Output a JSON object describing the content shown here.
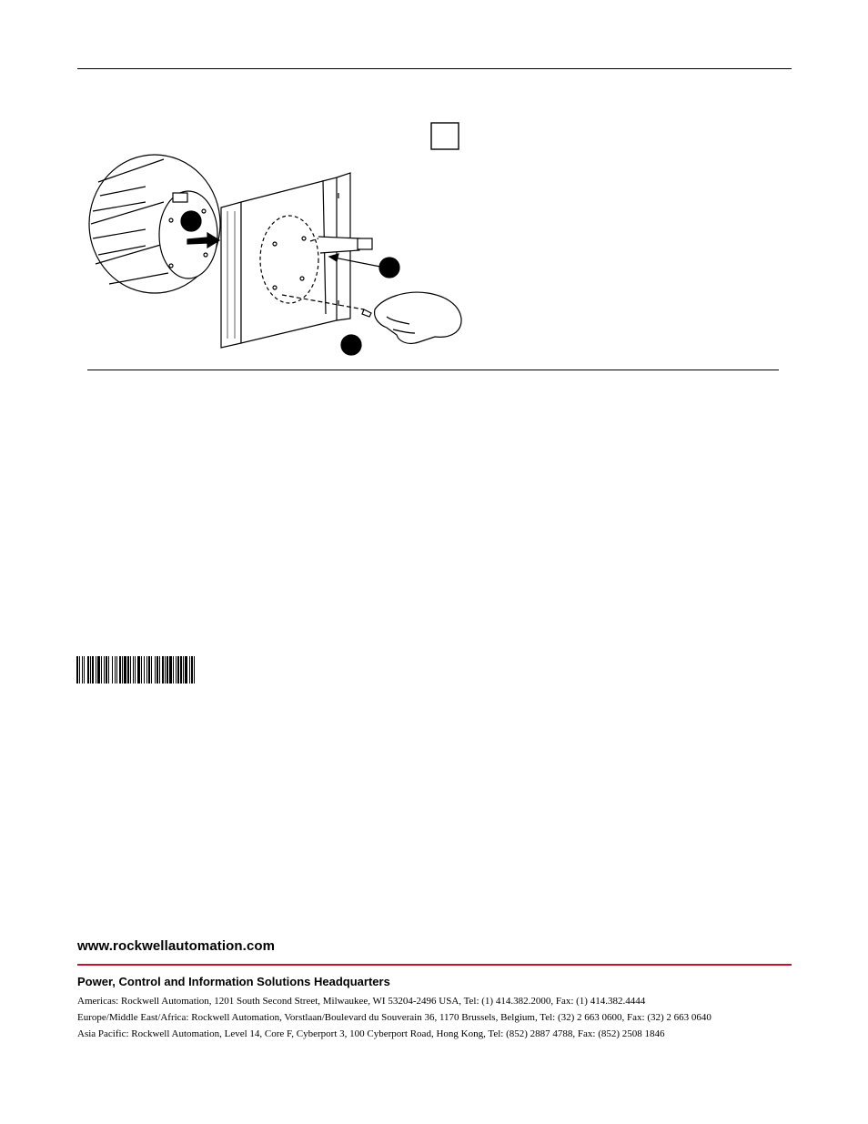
{
  "footer": {
    "website": "www.rockwellautomation.com",
    "hq_title": "Power, Control and Information Solutions Headquarters",
    "addresses": [
      "Americas: Rockwell Automation, 1201 South Second Street, Milwaukee, WI 53204-2496 USA, Tel: (1) 414.382.2000, Fax: (1) 414.382.4444",
      "Europe/Middle East/Africa: Rockwell Automation, Vorstlaan/Boulevard du Souverain 36, 1170 Brussels, Belgium, Tel: (32) 2 663 0600, Fax: (32) 2 663 0640",
      "Asia Pacific: Rockwell Automation, Level 14, Core F, Cyberport 3, 100 Cyberport Road, Hong Kong, Tel: (852) 2887 4788, Fax: (852) 2508 1846"
    ],
    "accent_color": "#c8102e"
  },
  "figures": {
    "figure_a_label_box": "",
    "figure_b_label_box": ""
  },
  "icons": [
    "fan-impeller-illustration",
    "mounting-plate-illustration",
    "hand-icon",
    "screwdriver-icon",
    "barcode"
  ]
}
